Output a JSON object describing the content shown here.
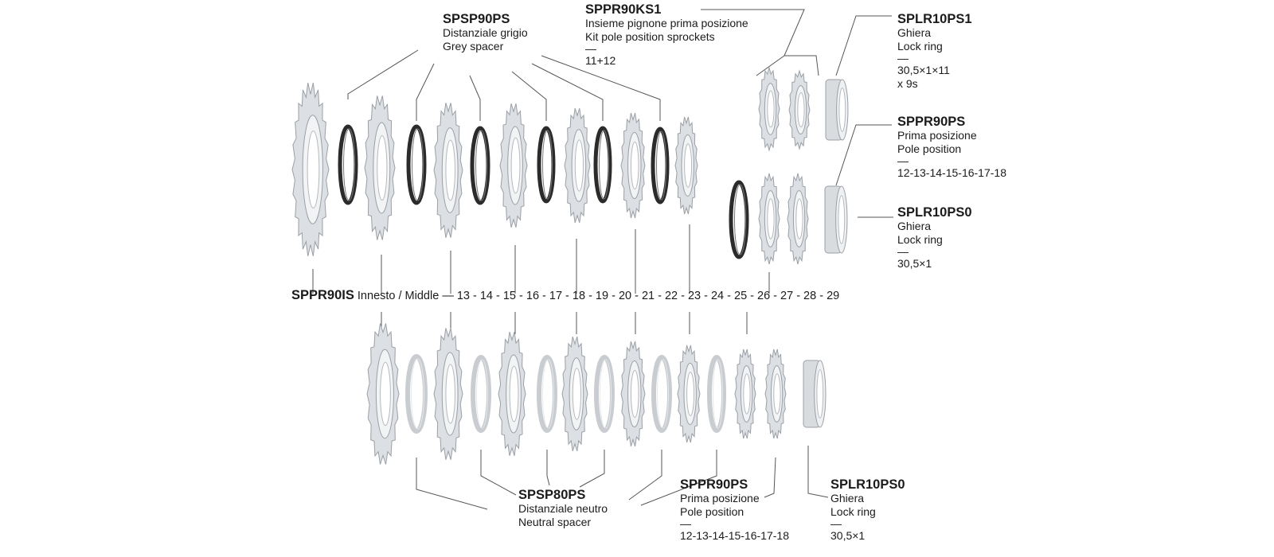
{
  "colors": {
    "sprocket_fill": "#dcdfe3",
    "sprocket_edge": "#9aa0a6",
    "ring_dark": "#2b2b2b",
    "ring_light": "#c9ccd0",
    "leader": "#555555"
  },
  "callouts": {
    "spsp90ps": {
      "code": "SPSP90PS",
      "lines": [
        "Distanziale grigio",
        "Grey spacer"
      ]
    },
    "sppr90ks1": {
      "code": "SPPR90KS1",
      "lines": [
        "Insieme pignone prima posizione",
        "Kit pole position sprockets"
      ],
      "dash": "—",
      "extra": [
        "11+12"
      ]
    },
    "splr10ps1": {
      "code": "SPLR10PS1",
      "lines": [
        "Ghiera",
        "Lock ring"
      ],
      "dash": "—",
      "extra": [
        "30,5×1×11",
        "x 9s"
      ]
    },
    "sppr90ps_top": {
      "code": "SPPR90PS",
      "lines": [
        "Prima posizione",
        "Pole position"
      ],
      "dash": "—",
      "extra": [
        "12-13-14-15-16-17-18"
      ]
    },
    "splr10ps0_top": {
      "code": "SPLR10PS0",
      "lines": [
        "Ghiera",
        "Lock ring"
      ],
      "dash": "—",
      "extra": [
        "30,5×1"
      ]
    },
    "spsp80ps": {
      "code": "SPSP80PS",
      "lines": [
        "Distanziale neutro",
        "Neutral spacer"
      ]
    },
    "sppr90ps_bottom": {
      "code": "SPPR90PS",
      "lines": [
        "Prima posizione",
        "Pole position"
      ],
      "dash": "—",
      "extra": [
        "12-13-14-15-16-17-18"
      ]
    },
    "splr10ps0_bottom": {
      "code": "SPLR10PS0",
      "lines": [
        "Ghiera",
        "Lock ring"
      ],
      "dash": "—",
      "extra": [
        "30,5×1"
      ]
    }
  },
  "sizes_row": {
    "code": "SPPR90IS",
    "label": "Innesto / Middle",
    "sizes": "— 13 - 14 - 15 - 16 - 17 - 18 - 19 - 20 - 21 - 22 - 23 - 24 - 25 - 26 - 27 - 28 - 29"
  }
}
